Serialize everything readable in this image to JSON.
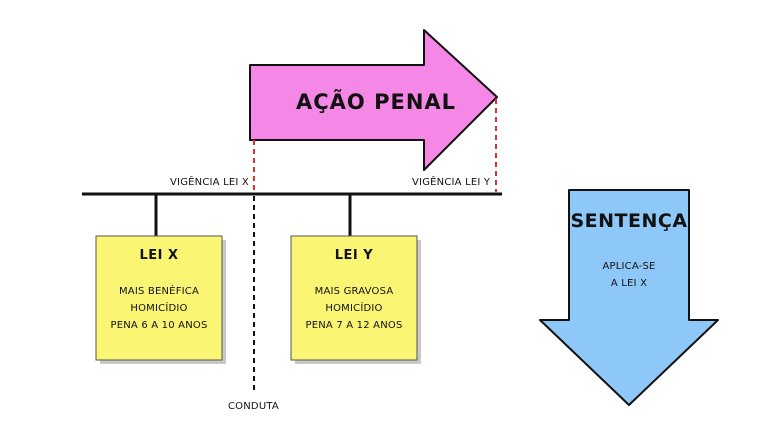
{
  "timeline": {
    "vigencia_x": "VIGÊNCIA LEI X",
    "vigencia_y": "VIGÊNCIA LEI Y",
    "conduta": "CONDUTA"
  },
  "lei_x": {
    "title": "LEI X",
    "lines": [
      "MAIS BENÉFICA",
      "HOMICÍDIO",
      "PENA 6 A 10 ANOS"
    ]
  },
  "lei_y": {
    "title": "LEI Y",
    "lines": [
      "MAIS GRAVOSA",
      "HOMICÍDIO",
      "PENA 7 A 12 ANOS"
    ]
  },
  "acao_penal": {
    "label": "AÇÃO PENAL"
  },
  "sentenca": {
    "title": "SENTENÇA",
    "lines": [
      "APLICA-SE",
      "A LEI X"
    ]
  },
  "colors": {
    "acao_penal_fill": "#f587e6",
    "sentenca_fill": "#8ec8f8",
    "note_fill": "#fbf574",
    "marker_red": "#e03030",
    "line": "#111111"
  }
}
